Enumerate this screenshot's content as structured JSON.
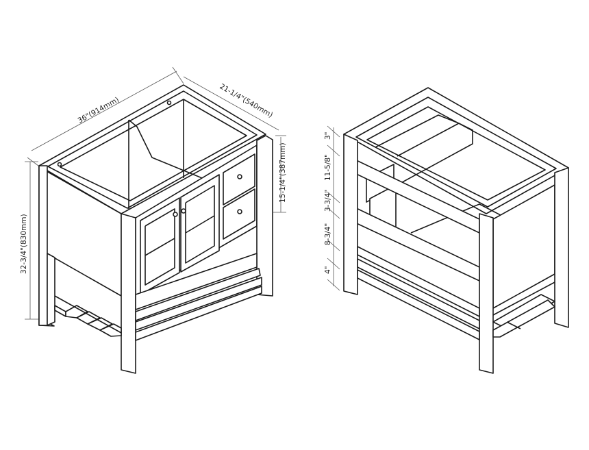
{
  "front_view": {
    "width_label": "36\"(914mm)",
    "depth_label": "21-1/4\"(540mm)",
    "cabinet_height_label": "15-1/4\"(387mm)",
    "total_height_label": "32-3/4\"(830mm)"
  },
  "rear_view": {
    "dimensions": [
      "3\"",
      "11-5/8\"",
      "3-3/4\"",
      "8-3/4\"",
      "4\""
    ]
  },
  "colors": {
    "line": "#1a1a1a",
    "background": "#ffffff"
  }
}
